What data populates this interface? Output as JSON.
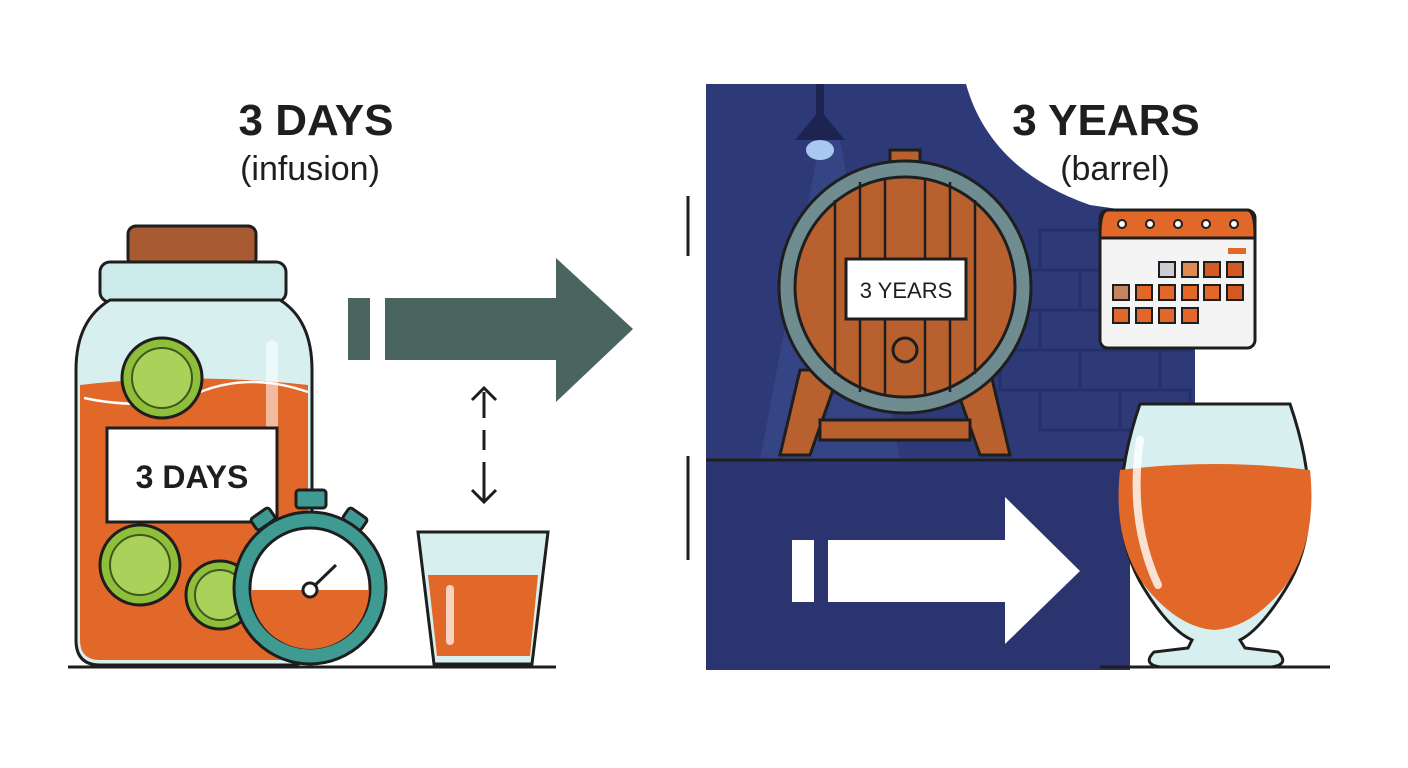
{
  "left": {
    "title": "3 DAYS",
    "subtitle": "(infusion)",
    "jar_label": "3 DAYS"
  },
  "right": {
    "title": "3 YEARS",
    "subtitle": "(barrel)",
    "barrel_label": "3 YEARS"
  },
  "colors": {
    "liquid": "#e2682a",
    "jar_glass": "#cdeaea",
    "arrow_dark": "#4a6460",
    "night_bg": "#2e3a78",
    "barrel_wood": "#b8612f",
    "cork": "#a85a32",
    "lime": "#8fbf3a",
    "timer": "#3f9a92"
  }
}
